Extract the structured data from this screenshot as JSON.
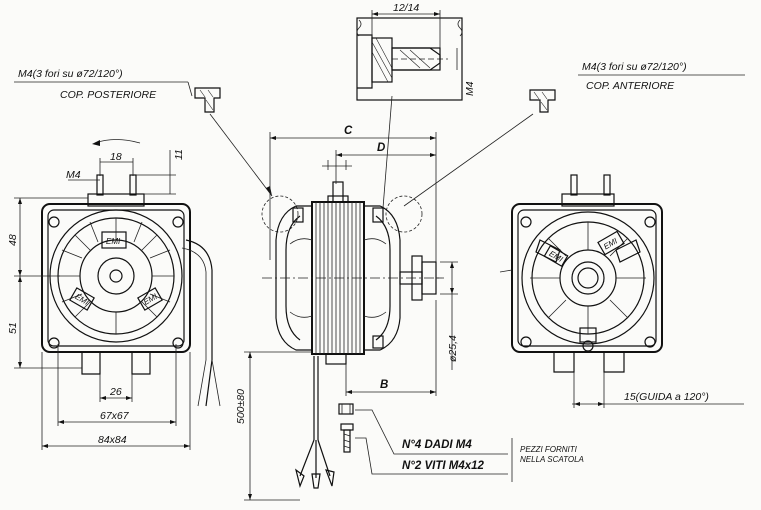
{
  "dimensions": {
    "screw_length": "12/14",
    "screw_thread": "M4",
    "mount_holes_rear": "M4(3 fori su ø72/120°)",
    "mount_holes_front": "M4(3 fori su ø72/120°)",
    "rear_cover": "COP. POSTERIORE",
    "front_cover": "COP. ANTERIORE",
    "dim_c": "C",
    "dim_d": "D",
    "dim_b": "B",
    "shaft_diameter": "ø25,4",
    "terminal_thread": "M4",
    "terminal_spacing": "18",
    "terminal_height": "11",
    "upper_height": "48",
    "lower_height": "51",
    "base_width": "26",
    "mount_square": "67x67",
    "overall_square": "84x84",
    "cable_length": "500±80",
    "guide": "15(GUIDA a 120°)"
  },
  "parts": {
    "nuts": "N°4 DADI M4",
    "screws": "N°2 VITI M4x12",
    "note": "PEZZI FORNITI NELLA SCATOLA"
  },
  "markings": {
    "emi": "EMI"
  }
}
